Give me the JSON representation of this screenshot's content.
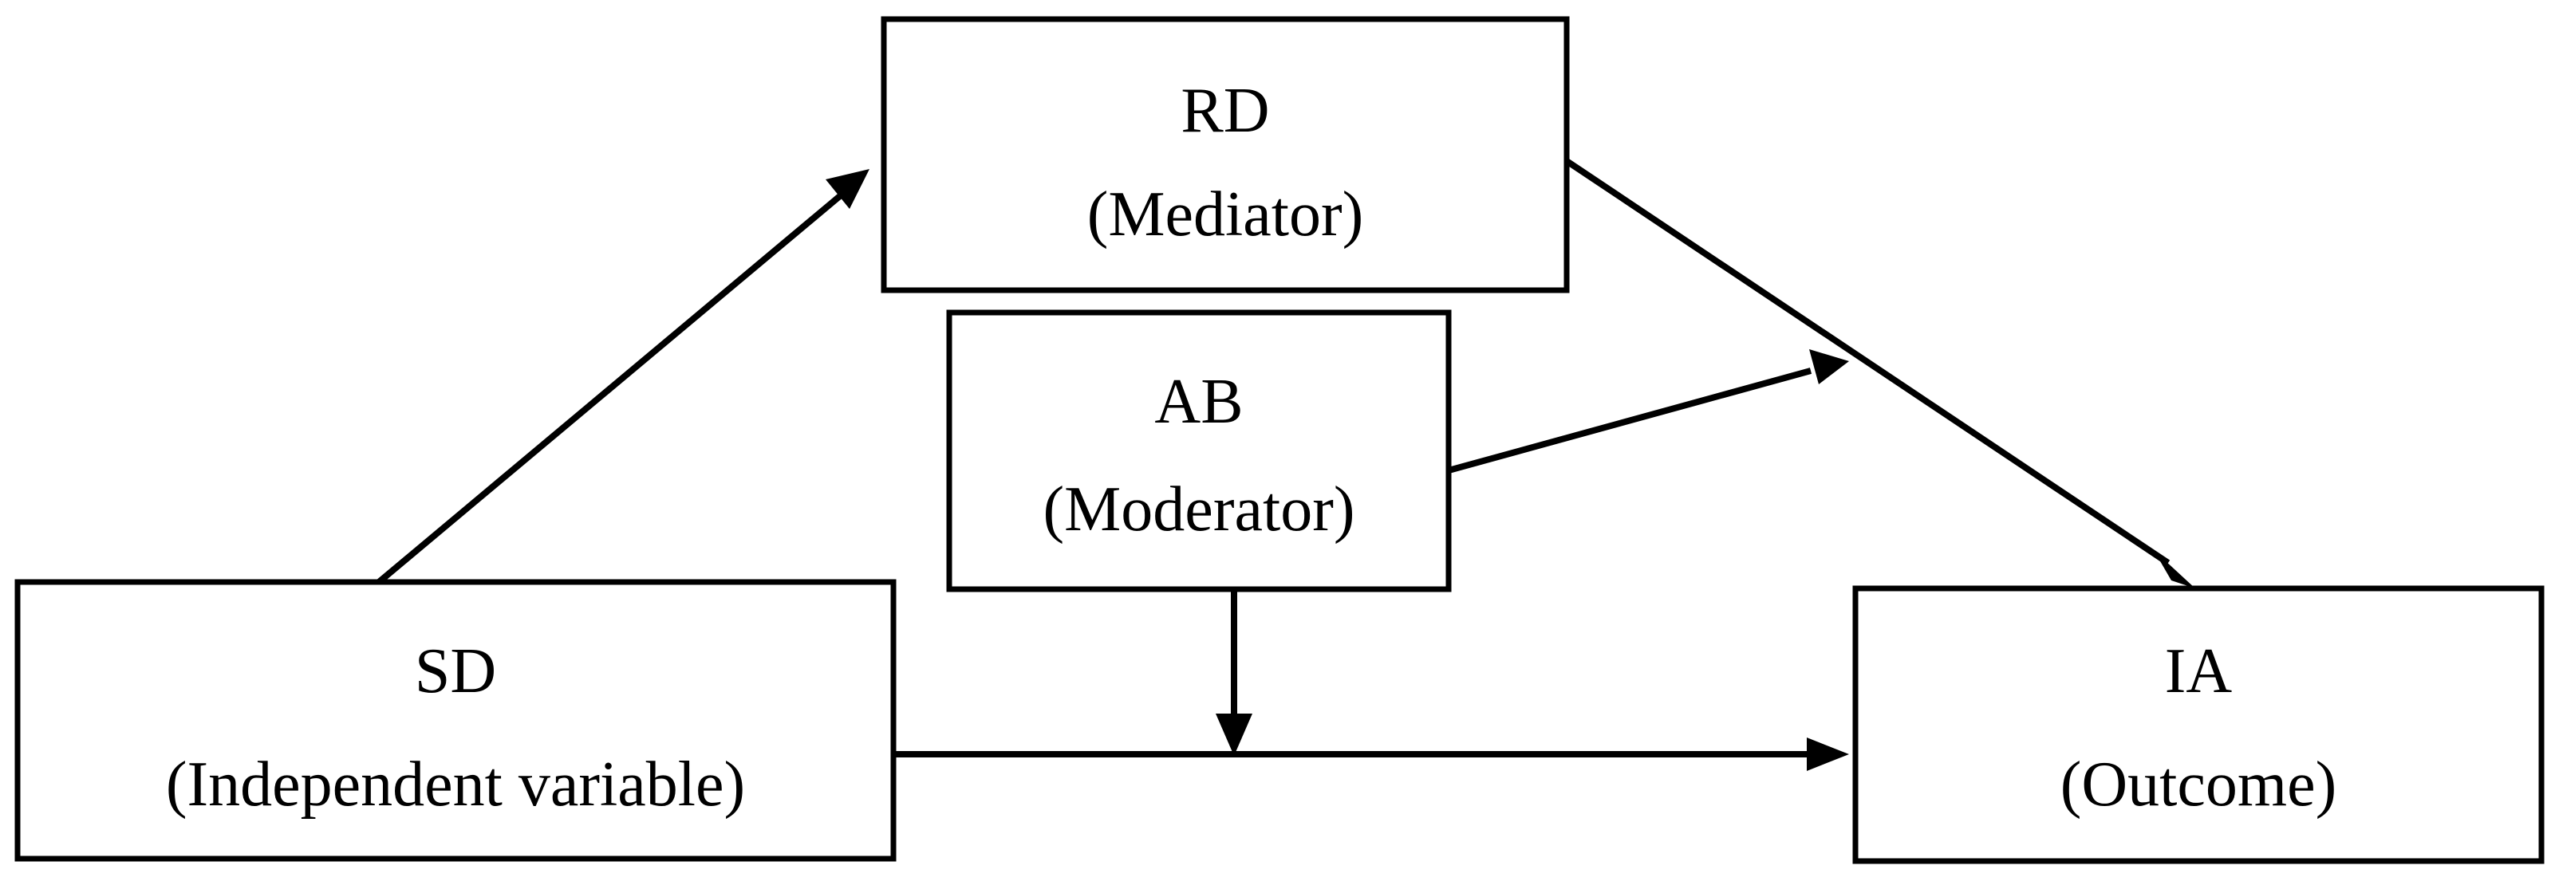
{
  "diagram": {
    "nodes": {
      "rd": {
        "name": "RD",
        "role": "(Mediator)"
      },
      "ab": {
        "name": "AB",
        "role": "(Moderator)"
      },
      "sd": {
        "name": "SD",
        "role": "(Independent variable)"
      },
      "ia": {
        "name": "IA",
        "role": "(Outcome)"
      }
    },
    "edges": [
      {
        "from": "SD",
        "to": "RD"
      },
      {
        "from": "RD",
        "to": "IA"
      },
      {
        "from": "AB",
        "to": "RD-IA path"
      },
      {
        "from": "AB",
        "to": "SD-IA path"
      },
      {
        "from": "SD",
        "to": "IA"
      }
    ],
    "colors": {
      "stroke": "#000000",
      "background": "#ffffff"
    }
  }
}
